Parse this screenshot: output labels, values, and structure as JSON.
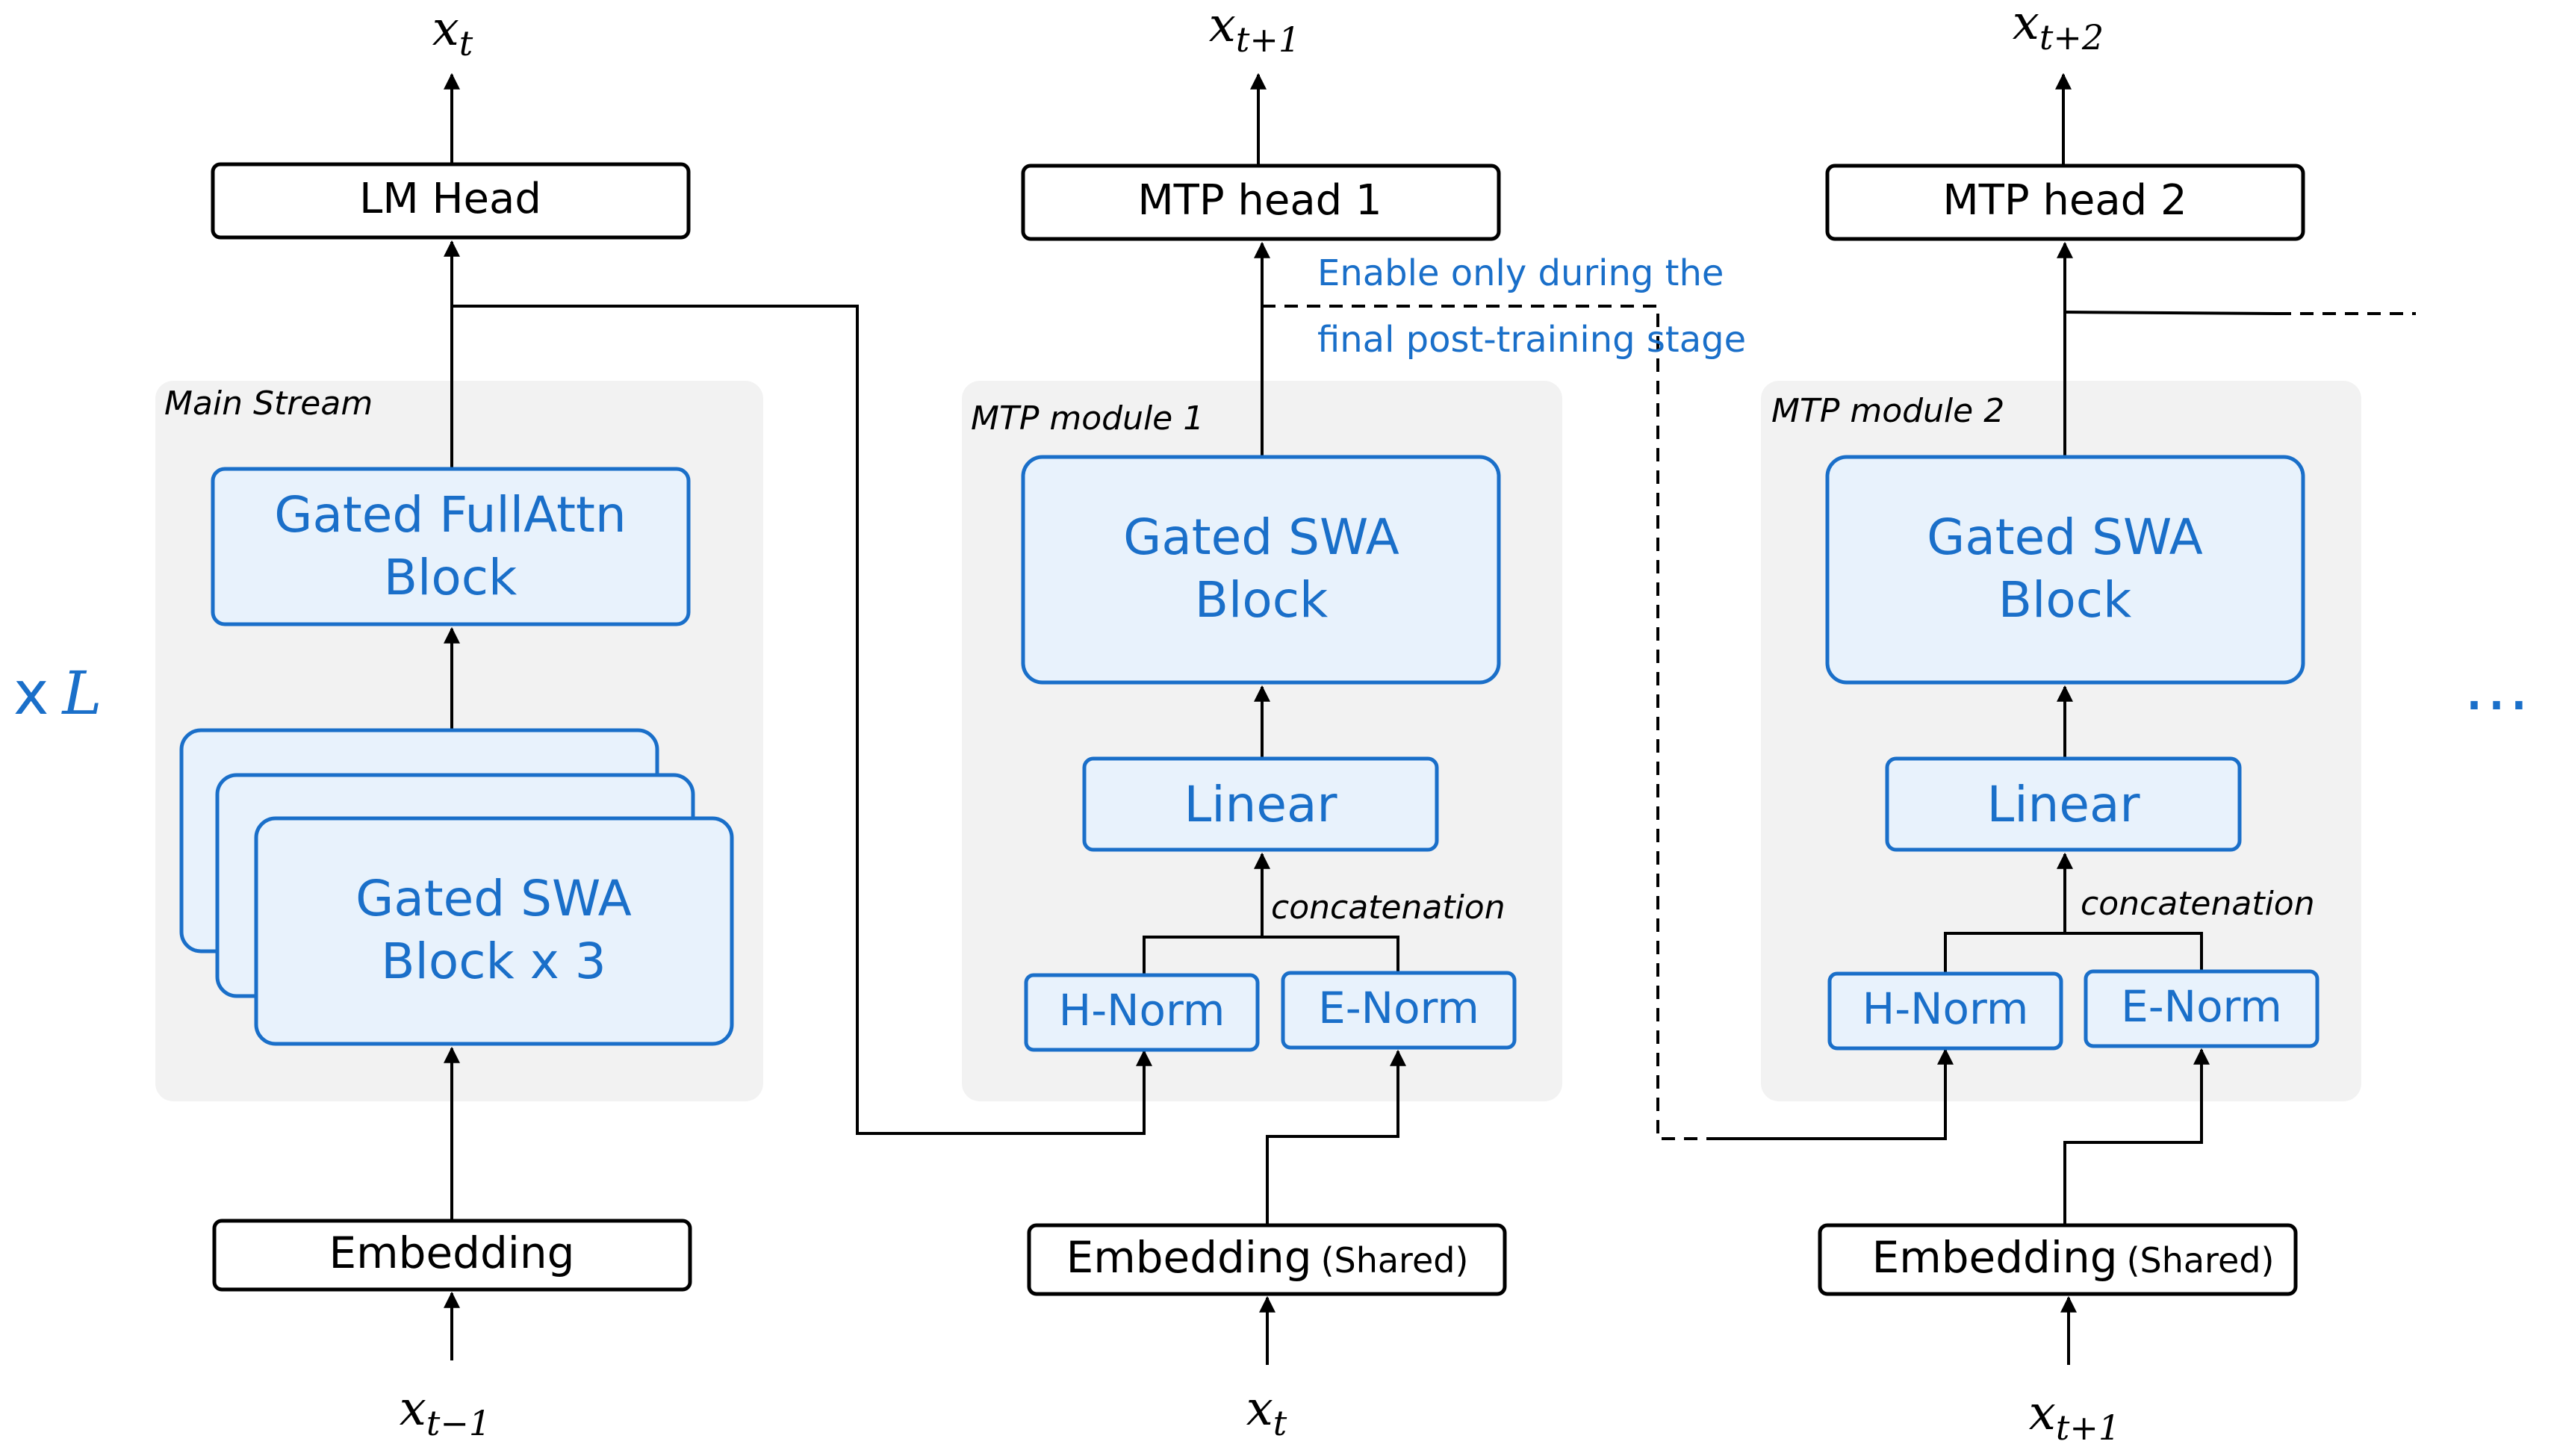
{
  "main_stream": {
    "title": "Main Stream",
    "output": {
      "var": "x",
      "sub": "t"
    },
    "input": {
      "var": "x",
      "sub": "t−1"
    },
    "lm_head": "LM Head",
    "full_attn_block": [
      "Gated FullAttn",
      "Block"
    ],
    "swa_block": [
      "Gated SWA",
      "Block x 3"
    ],
    "embedding": "Embedding",
    "repeat": {
      "prefix": "x",
      "var": "L"
    }
  },
  "mtp_modules": [
    {
      "title": "MTP module 1",
      "head": "MTP head 1",
      "output": {
        "var": "x",
        "sub": "t+1"
      },
      "input": {
        "var": "x",
        "sub": "t"
      },
      "swa_block": [
        "Gated SWA",
        "Block"
      ],
      "linear": "Linear",
      "concat": "concatenation",
      "h_norm": "H-Norm",
      "e_norm": "E-Norm",
      "embedding": "Embedding",
      "embedding_note": "(Shared)"
    },
    {
      "title": "MTP module 2",
      "head": "MTP head 2",
      "output": {
        "var": "x",
        "sub": "t+2"
      },
      "input": {
        "var": "x",
        "sub": "t+1"
      },
      "swa_block": [
        "Gated SWA",
        "Block"
      ],
      "linear": "Linear",
      "concat": "concatenation",
      "h_norm": "H-Norm",
      "e_norm": "E-Norm",
      "embedding": "Embedding",
      "embedding_note": "(Shared)"
    }
  ],
  "note": [
    "Enable only during the",
    "final post-training  stage"
  ],
  "ellipsis": "…",
  "colors": {
    "accent": "#1a6fc9",
    "block_fill": "#e8f2fc",
    "panel": "#f2f2f2",
    "line": "#000000"
  }
}
